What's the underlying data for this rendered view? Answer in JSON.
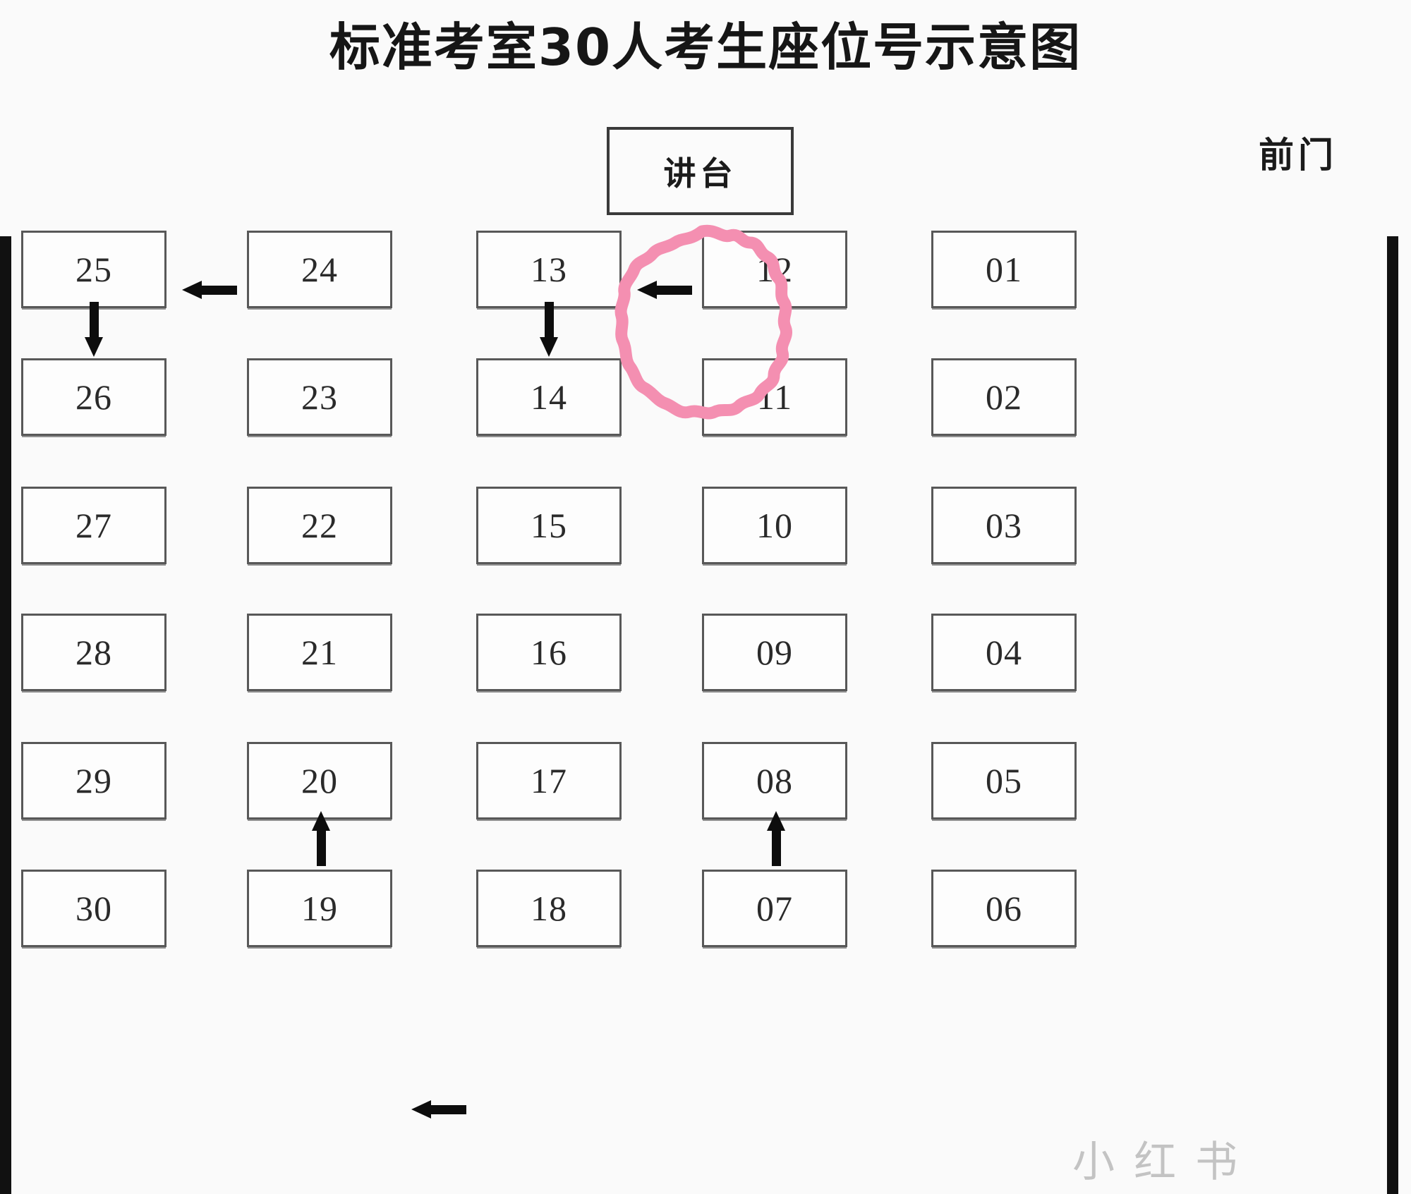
{
  "title": "标准考室30人考生座位号示意图",
  "podium": {
    "label": "讲台"
  },
  "front_door": {
    "label": "前门"
  },
  "colors": {
    "highlight_pink": "#f48fb1",
    "seat_border": "#585858",
    "wall": "#111111",
    "arrow": "#0d0d0d",
    "text": "#2a2a2a"
  },
  "watermark": {
    "text": "小 红 书"
  },
  "seating": {
    "rows": 6,
    "columns": 5,
    "highlighted_seat": "13",
    "grid": [
      [
        "25",
        "24",
        "13",
        "12",
        "01"
      ],
      [
        "26",
        "23",
        "14",
        "11",
        "02"
      ],
      [
        "27",
        "22",
        "15",
        "10",
        "03"
      ],
      [
        "28",
        "21",
        "16",
        "09",
        "04"
      ],
      [
        "29",
        "20",
        "17",
        "08",
        "05"
      ],
      [
        "30",
        "19",
        "18",
        "07",
        "06"
      ]
    ]
  },
  "arrows": [
    {
      "name": "arrow-24-to-25",
      "direction": "left"
    },
    {
      "name": "arrow-12-to-13",
      "direction": "left"
    },
    {
      "name": "arrow-25-to-26",
      "direction": "down"
    },
    {
      "name": "arrow-13-to-14",
      "direction": "down"
    },
    {
      "name": "arrow-20-to-21",
      "direction": "up"
    },
    {
      "name": "arrow-08-to-09",
      "direction": "up"
    },
    {
      "name": "arrow-18-to-19",
      "direction": "left"
    }
  ]
}
